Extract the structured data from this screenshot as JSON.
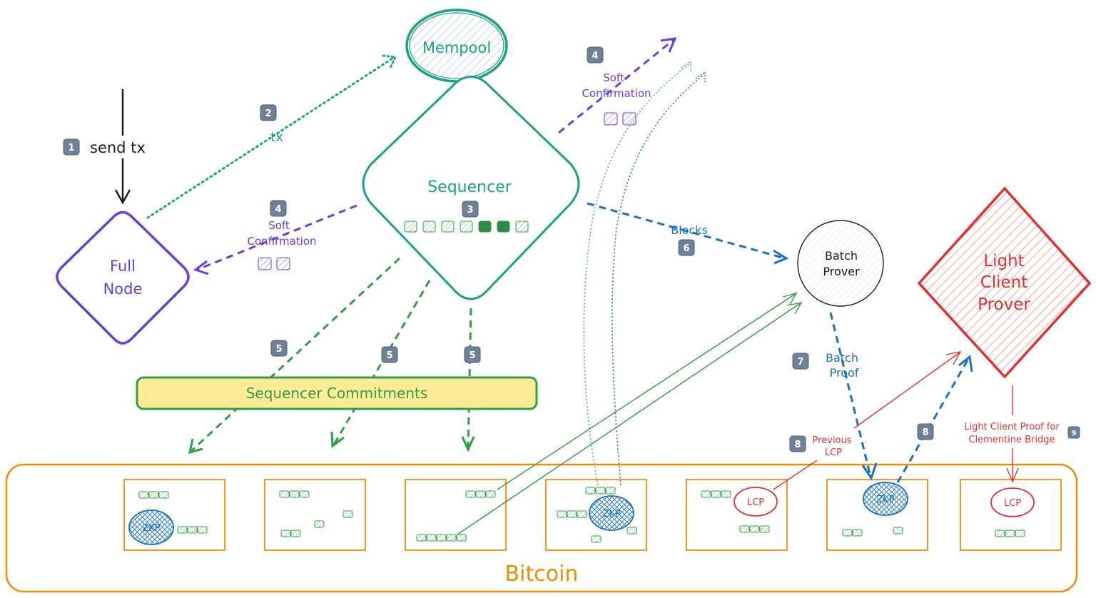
{
  "nodes": {
    "mempool": "Mempool",
    "sequencer": "Sequencer",
    "full_node": [
      "Full",
      "Node"
    ],
    "batch_prover": [
      "Batch",
      "Prover"
    ],
    "light_client_prover": [
      "Light",
      "Client",
      "Prover"
    ],
    "sequencer_commitments": "Sequencer Commitments",
    "bitcoin": "Bitcoin"
  },
  "labels": {
    "send_tx": "send tx",
    "tx": "tx",
    "soft_confirmation": [
      "Soft",
      "Confirmation"
    ],
    "blocks": "Blocks",
    "batch_proof": [
      "Batch",
      "Proof"
    ],
    "previous_lcp": [
      "Previous",
      "LCP"
    ],
    "light_client_proof": [
      "Light Client Proof for",
      "Clementine Bridge"
    ],
    "zkp": "ZKP",
    "lcp": "LCP"
  },
  "badges": {
    "b1": "1",
    "b2": "2",
    "b3": "3",
    "b4a": "4",
    "b4b": "4",
    "b5a": "5",
    "b5b": "5",
    "b5c": "5",
    "b6": "6",
    "b7": "7",
    "b8a": "8",
    "b8b": "8",
    "b9": "9"
  },
  "colors": {
    "teal": "#1aa382",
    "purple": "#6a3fd6",
    "green": "#2f9e44",
    "blue": "#1971c2",
    "red": "#e03131",
    "orange": "#f08c00",
    "yellow": "#ffec99"
  }
}
